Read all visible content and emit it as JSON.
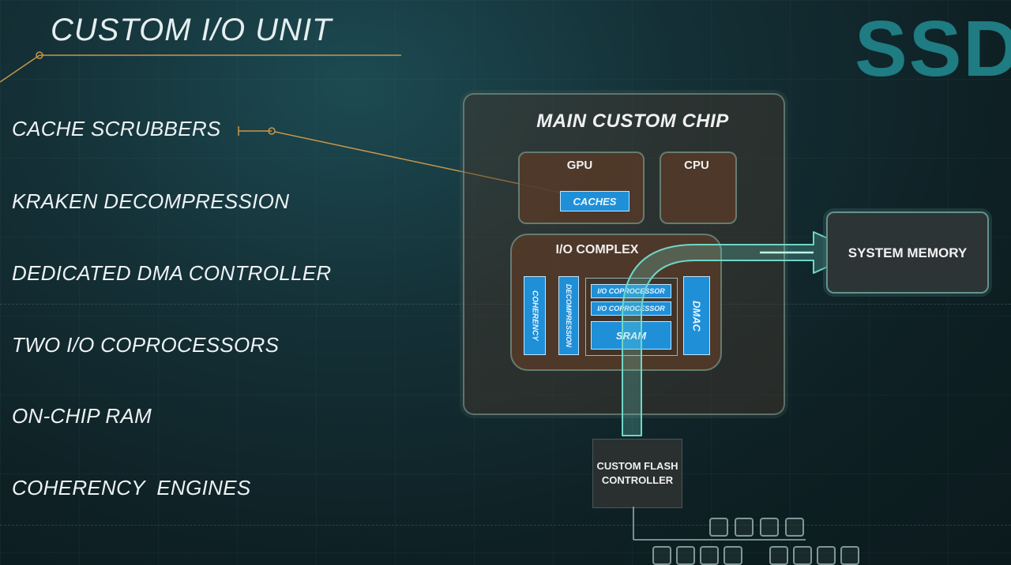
{
  "title": "CUSTOM I/O UNIT",
  "ssd_label": "SSD",
  "features": [
    "CACHE SCRUBBERS",
    "KRAKEN DECOMPRESSION",
    "DEDICATED DMA CONTROLLER",
    "TWO I/O COPROCESSORS",
    "ON-CHIP RAM",
    "COHERENCY  ENGINES"
  ],
  "chip": {
    "title": "MAIN CUSTOM CHIP",
    "gpu": "GPU",
    "caches": "CACHES",
    "cpu": "CPU",
    "io_complex": "I/O COMPLEX",
    "coherency": "COHERENCY",
    "decompression": "DECOMPRESSION",
    "coprocessor_1": "I/O COPROCESSOR",
    "coprocessor_2": "I/O COPROCESSOR",
    "sram": "SRAM",
    "dmac": "DMAC"
  },
  "system_memory": "SYSTEM MEMORY",
  "flash_controller": "CUSTOM FLASH CONTROLLER",
  "colors": {
    "accent_teal": "#1e7c82",
    "block_blue": "#1f8fd8",
    "connector_gold": "#c8964a",
    "flow_arrow": "#6fd6c8"
  }
}
